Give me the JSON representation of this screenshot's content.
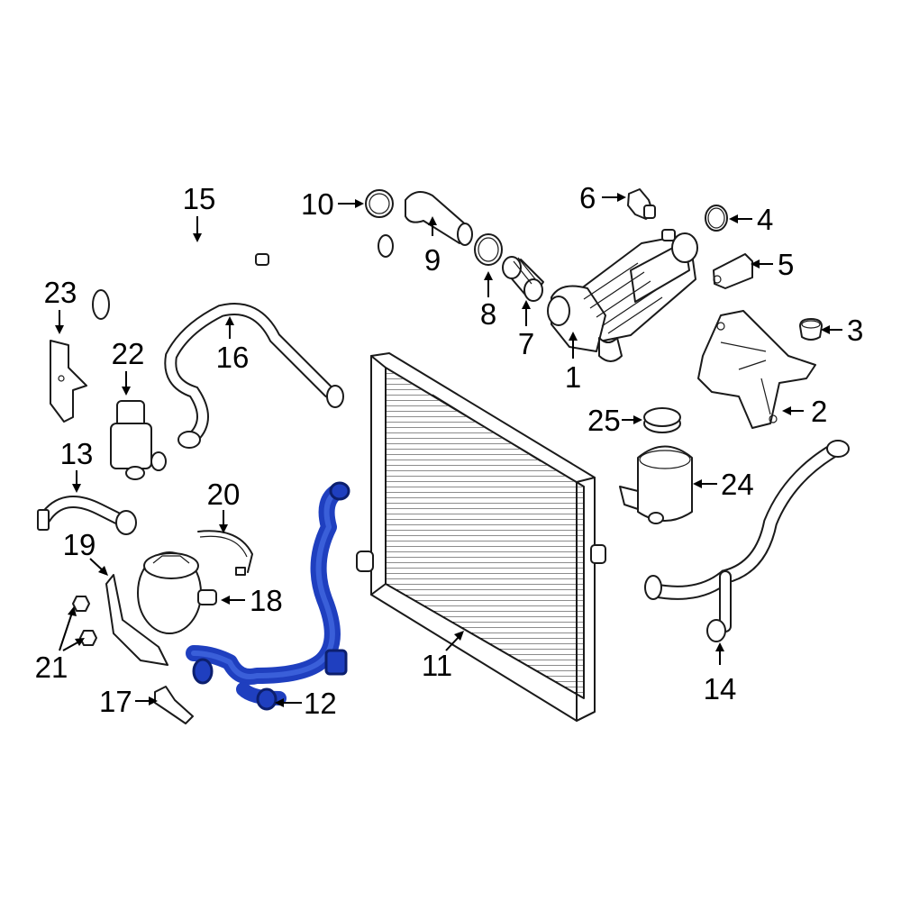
{
  "highlight_color": "#1f3fbf",
  "outline_color": "#1a1a1a",
  "highlighted_part": "12",
  "callouts": {
    "c1": "1",
    "c2": "2",
    "c3": "3",
    "c4": "4",
    "c5": "5",
    "c6": "6",
    "c7": "7",
    "c8": "8",
    "c9": "9",
    "c10": "10",
    "c11": "11",
    "c12": "12",
    "c13": "13",
    "c14": "14",
    "c15": "15",
    "c16": "16",
    "c17": "17",
    "c18": "18",
    "c19": "19",
    "c20": "20",
    "c21": "21",
    "c22": "22",
    "c23": "23",
    "c24": "24",
    "c25": "25"
  }
}
